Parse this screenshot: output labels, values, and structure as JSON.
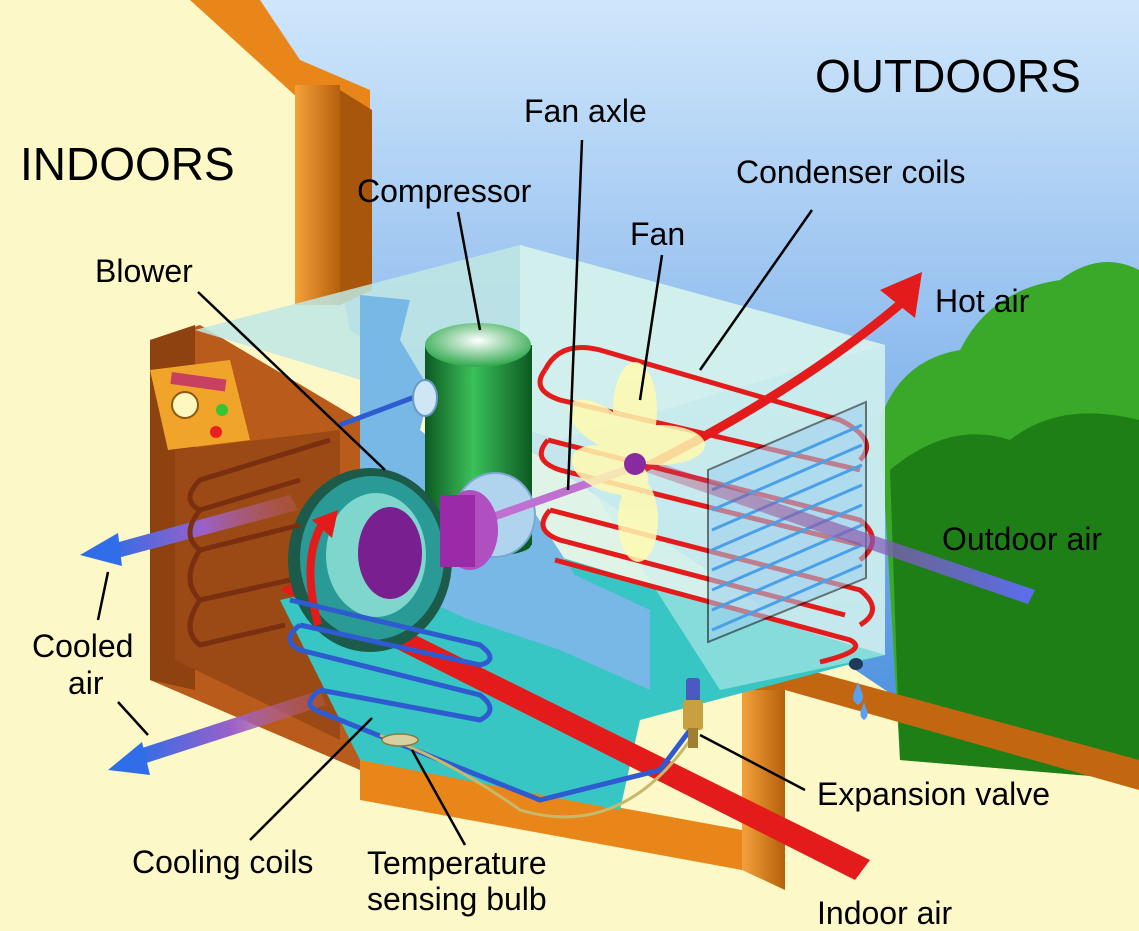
{
  "regions": {
    "indoors": "INDOORS",
    "outdoors": "OUTDOORS"
  },
  "labels": {
    "fan_axle": "Fan axle",
    "compressor": "Compressor",
    "condenser_coils": "Condenser coils",
    "fan": "Fan",
    "blower": "Blower",
    "hot_air": "Hot air",
    "outdoor_air": "Outdoor air",
    "cooled_air_line1": "Cooled",
    "cooled_air_line2": "air",
    "expansion_valve": "Expansion valve",
    "cooling_coils": "Cooling coils",
    "temp_bulb_line1": "Temperature",
    "temp_bulb_line2": "sensing bulb",
    "indoor_air": "Indoor air"
  },
  "colors": {
    "indoor_background": "#fdf8c8",
    "sky": "#5fa0e8",
    "wall": "#e8861a",
    "cabinet": "#b85a18",
    "hot_pipe": "#e41b1b",
    "cold_pipe": "#2f5bd0",
    "compressor": "#1f8f3a",
    "blower": "#2a9a96",
    "motor": "#9a2aa8",
    "tree": "#2e9e1e"
  }
}
